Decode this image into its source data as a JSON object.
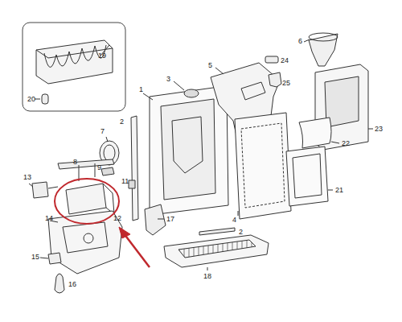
{
  "diagram": {
    "labels": [
      "19",
      "20",
      "1",
      "2",
      "3",
      "5",
      "6",
      "24",
      "25",
      "7",
      "8",
      "9",
      "11",
      "13",
      "12",
      "14",
      "15",
      "16",
      "17",
      "4",
      "2",
      "18",
      "21",
      "22",
      "23"
    ]
  }
}
